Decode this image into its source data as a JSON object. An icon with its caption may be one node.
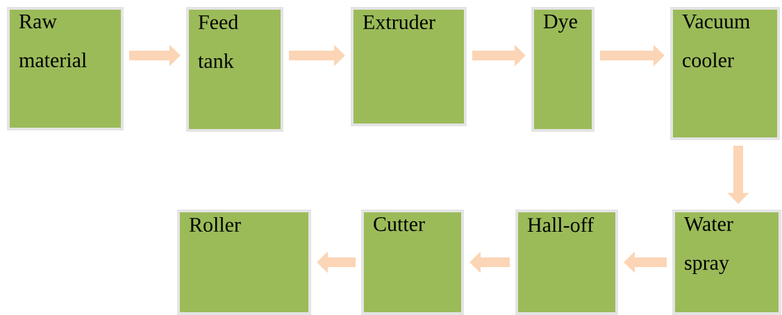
{
  "diagram": {
    "nodes": [
      {
        "text": [
          "Raw material"
        ]
      },
      {
        "text": [
          "Feed tank"
        ]
      },
      {
        "text": [
          "Extruder"
        ]
      },
      {
        "text": [
          "Dye"
        ]
      },
      {
        "text": [
          "Vacuum cooler"
        ]
      },
      {
        "text": [
          "Water spray"
        ]
      },
      {
        "text": [
          "Hall-off"
        ]
      },
      {
        "text": [
          "Cutter"
        ]
      },
      {
        "text": [
          "Roller"
        ]
      }
    ],
    "edges": [
      {
        "from": 0,
        "to": 1,
        "arrow": "to"
      },
      {
        "from": 1,
        "to": 2,
        "arrow": "to"
      },
      {
        "from": 2,
        "to": 3,
        "arrow": "to"
      },
      {
        "from": 3,
        "to": 4,
        "arrow": "to"
      },
      {
        "from": 4,
        "to": 5,
        "arrow": "to"
      },
      {
        "from": 5,
        "to": 6,
        "arrow": "to"
      },
      {
        "from": 6,
        "to": 7,
        "arrow": "to"
      },
      {
        "from": 7,
        "to": 8,
        "arrow": "to"
      }
    ]
  }
}
